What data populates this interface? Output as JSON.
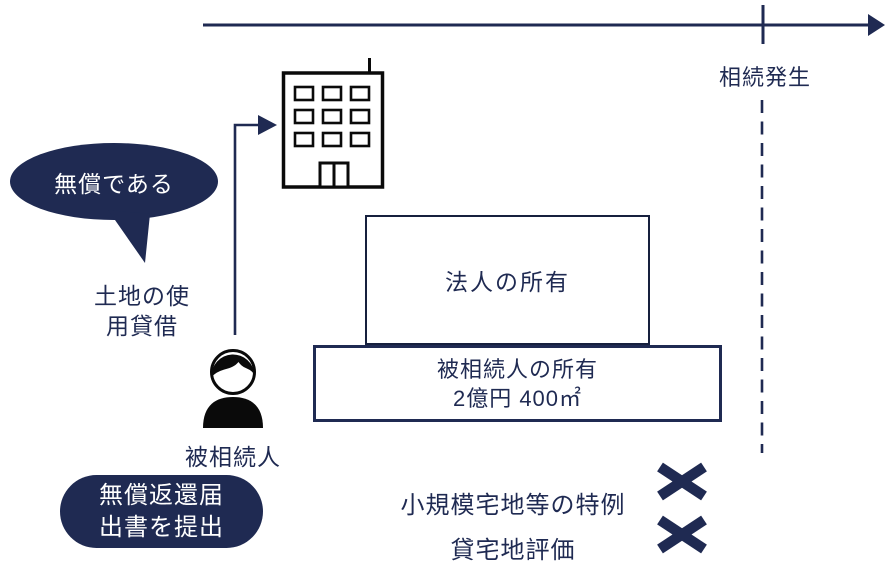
{
  "colors": {
    "navy": "#1f2a52",
    "ink": "#0a0a0a",
    "background": "#ffffff"
  },
  "icons": {
    "building": "office-building-icon",
    "person": "person-bust-icon",
    "denied_mark": "cross-icon",
    "bubble": "speech-bubble"
  },
  "timeline": {
    "event_label": "相続発生"
  },
  "speech_bubble": {
    "text": "無償である"
  },
  "land_loan_label": {
    "line1": "土地の使",
    "line2": "用貸借"
  },
  "person": {
    "label": "被相続人"
  },
  "notification_badge": {
    "line1": "無償返還届",
    "line2": "出書を提出"
  },
  "corporate_box": {
    "label": "法人の所有"
  },
  "land_box": {
    "line1": "被相続人の所有",
    "line2": "2億円 400㎡"
  },
  "denied_items": [
    {
      "label": "小規模宅地等の特例",
      "mark": "cross"
    },
    {
      "label": "貸宅地評価",
      "mark": "cross"
    }
  ]
}
